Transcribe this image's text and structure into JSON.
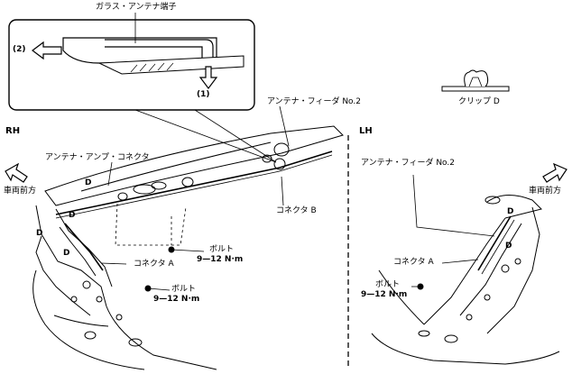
{
  "inset": {
    "glass_terminal_label": "ガラス・アンテナ端子",
    "step_2": "(2)",
    "step_1": "(1)"
  },
  "clip_d_label": "クリップ D",
  "rh": {
    "side_label": "RH",
    "vehicle_front": "車両前方",
    "antenna_feeder": "アンテナ・フィーダ No.2",
    "antenna_amp_connector": "アンテナ・アンプ・コネクタ",
    "connector_b": "コネクタ B",
    "connector_a": "コネクタ A",
    "bolt_1": "ボルト",
    "torque_1": "9—12 N·m",
    "bolt_2": "ボルト",
    "torque_2": "9—12 N·m",
    "clip_marks": [
      "D",
      "D",
      "D",
      "D"
    ]
  },
  "lh": {
    "side_label": "LH",
    "vehicle_front": "車両前方",
    "antenna_feeder": "アンテナ・フィーダ No.2",
    "connector_a": "コネクタ A",
    "bolt": "ボルト",
    "torque": "9—12 N·m",
    "clip_marks": [
      "D",
      "D"
    ]
  }
}
